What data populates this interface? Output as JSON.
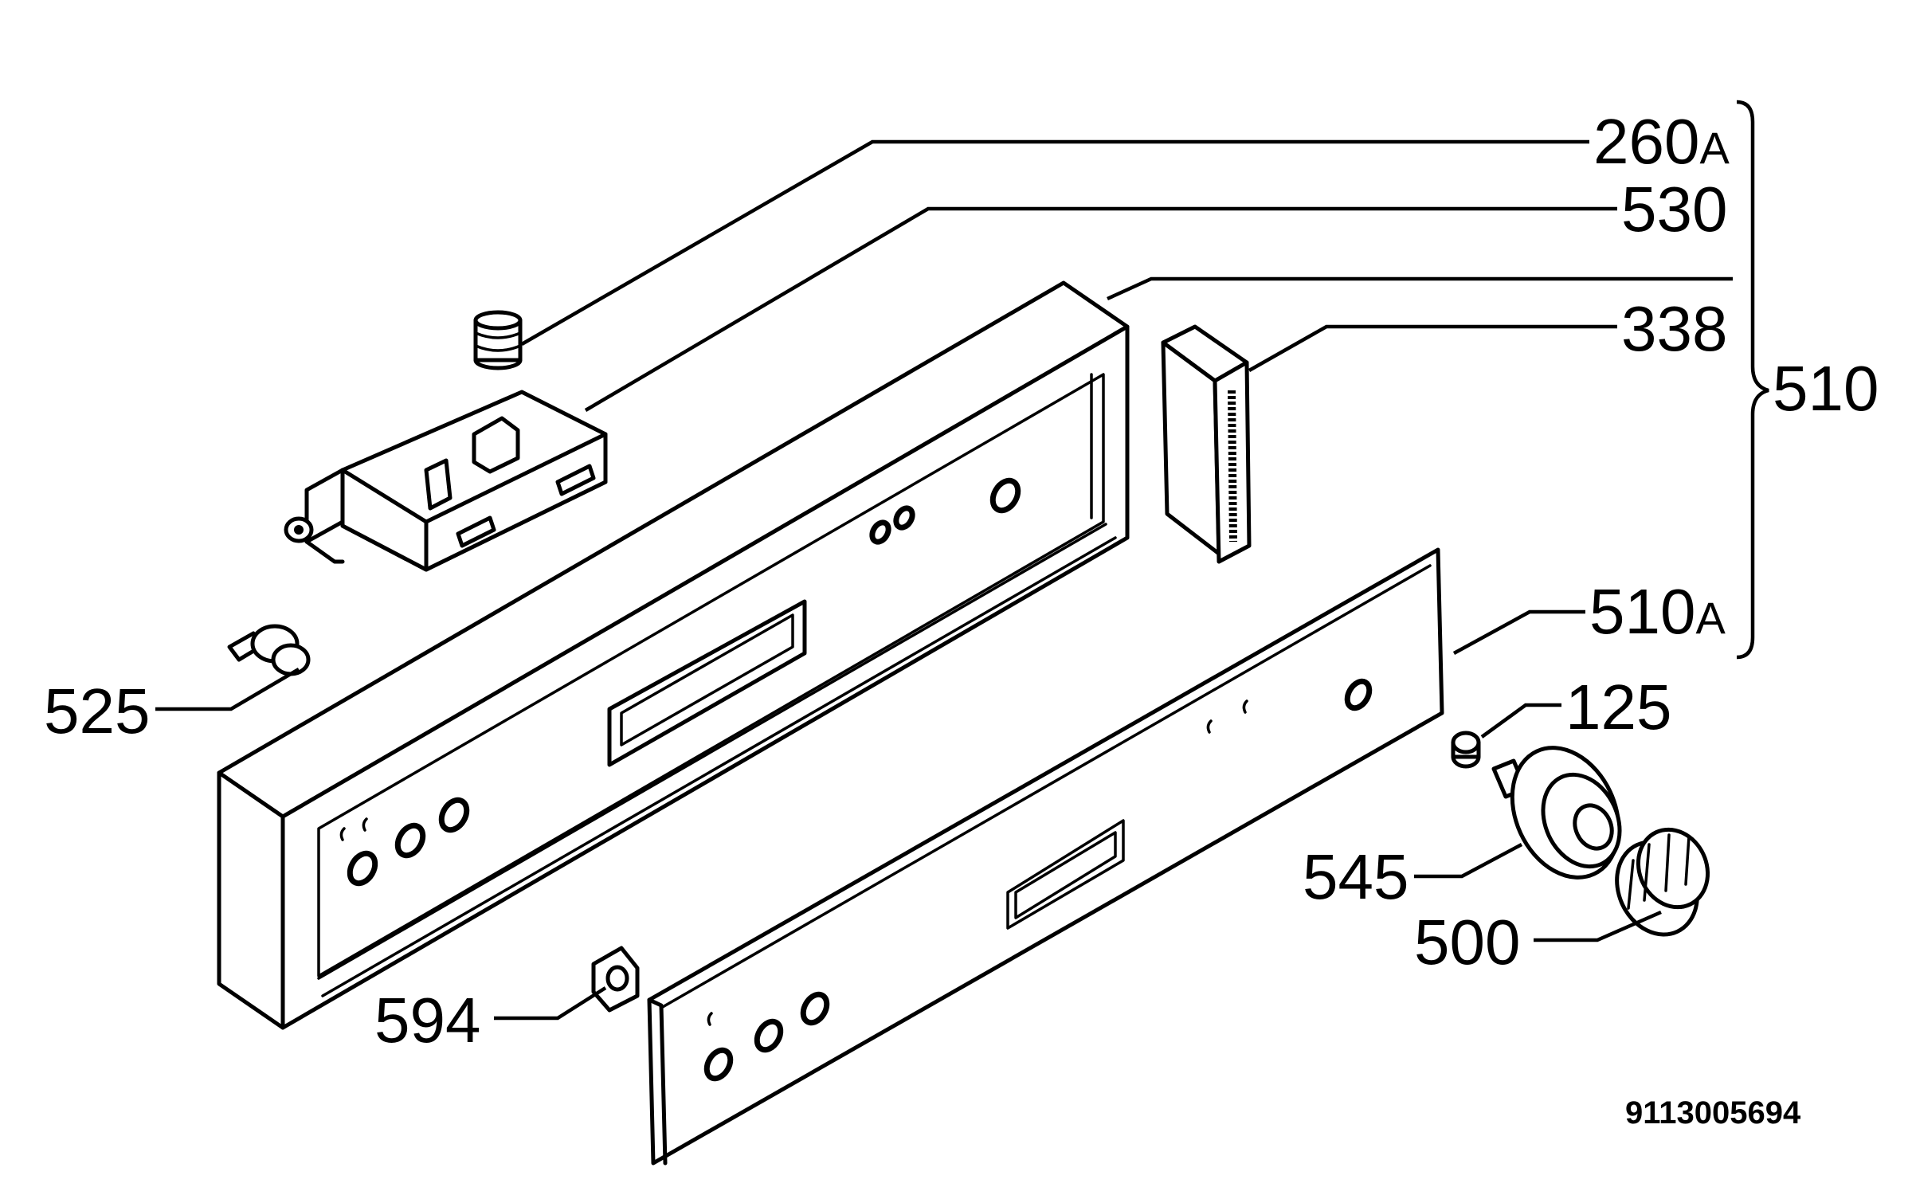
{
  "diagram": {
    "callouts": [
      {
        "id": "260A",
        "number": "260",
        "suffix": "A"
      },
      {
        "id": "530",
        "number": "530",
        "suffix": ""
      },
      {
        "id": "338",
        "number": "338",
        "suffix": ""
      },
      {
        "id": "510",
        "number": "510",
        "suffix": ""
      },
      {
        "id": "510A",
        "number": "510",
        "suffix": "A"
      },
      {
        "id": "125",
        "number": "125",
        "suffix": ""
      },
      {
        "id": "525",
        "number": "525",
        "suffix": ""
      },
      {
        "id": "545",
        "number": "545",
        "suffix": ""
      },
      {
        "id": "500",
        "number": "500",
        "suffix": ""
      },
      {
        "id": "594",
        "number": "594",
        "suffix": ""
      }
    ],
    "document_number": "9113005694",
    "parts": [
      "upper-control-panel",
      "front-fascia-panel",
      "switch-bracket",
      "threaded-insert",
      "end-cap",
      "indicator-lamp",
      "knob-bush",
      "switch-spindle",
      "control-knob",
      "fixing-clip"
    ]
  }
}
